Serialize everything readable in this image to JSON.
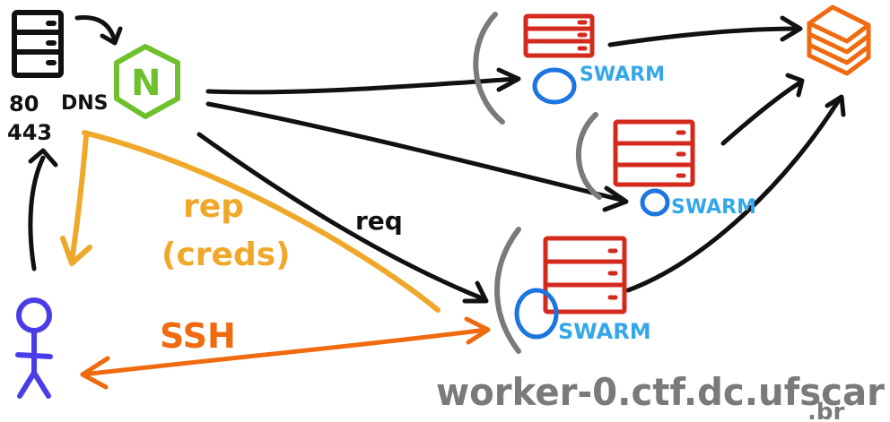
{
  "labels": {
    "ports_80": "80",
    "ports_443": "443",
    "dns": "DNS",
    "nginx_letter": "N",
    "swarm_1": "SWARM",
    "swarm_2": "SWARM",
    "swarm_3": "SWARM",
    "rep": "rep",
    "creds": "(creds)",
    "req": "req",
    "ssh": "SSH",
    "worker_host_line1": "worker-0.ctf.dc.ufscar",
    "worker_host_line2": ".br"
  },
  "colors": {
    "black": "#111111",
    "red": "#d42a1e",
    "orange": "#f06a0f",
    "yellow": "#f0a82a",
    "green": "#6ec12c",
    "blue": "#1d75e0",
    "light_blue": "#33a7e8",
    "purple": "#4a3de8",
    "gray": "#7a7a7a"
  },
  "icons": {
    "user": "stick-figure-icon",
    "server": "server-rack-icon",
    "proxy": "nginx-hexagon-icon",
    "storage": "stacked-layers-icon",
    "swarm": "swarm-circle-icon"
  }
}
